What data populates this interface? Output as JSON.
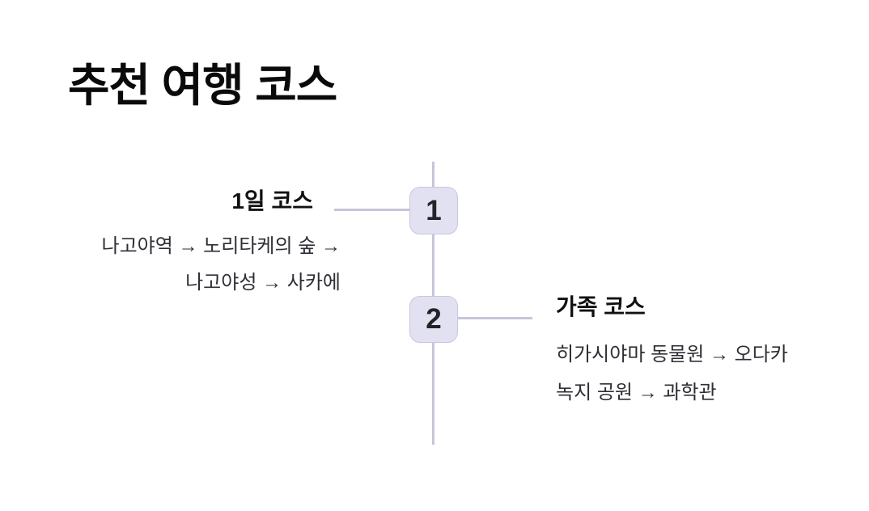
{
  "page": {
    "title": "추천 여행 코스"
  },
  "timeline": {
    "items": [
      {
        "number": "1",
        "label": "1일 코스",
        "side": "left",
        "description": [
          "나고야역 → 노리타케의 숲 →",
          "나고야성 → 사카에"
        ]
      },
      {
        "number": "2",
        "label": "가족 코스",
        "side": "right",
        "description": [
          "히가시야마 동물원 → 오다카",
          "녹지 공원 → 과학관"
        ]
      }
    ]
  },
  "colors": {
    "background": "#ffffff",
    "accent_fill": "#e2e1f1",
    "accent_border": "#c9c6de",
    "line": "#c8c5d9",
    "text_title": "#0a0a0b",
    "text_label": "#111114",
    "text_desc": "#2e2e36",
    "text_node": "#232328"
  }
}
